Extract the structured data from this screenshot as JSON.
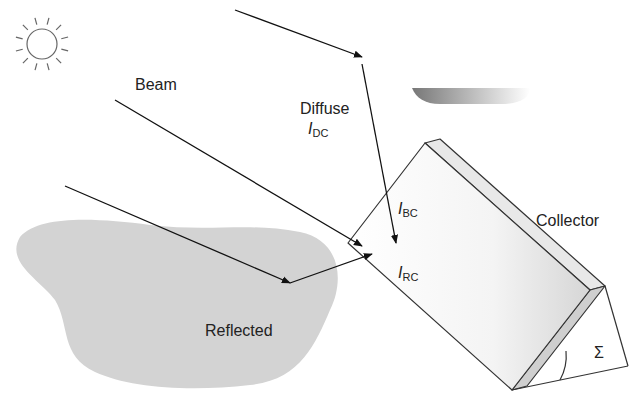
{
  "diagram": {
    "labels": [
      "Diffuse",
      "IDC",
      "Beam",
      "IBC",
      "Collector",
      "IRC",
      "Reflected",
      "Σ"
    ]
  }
}
